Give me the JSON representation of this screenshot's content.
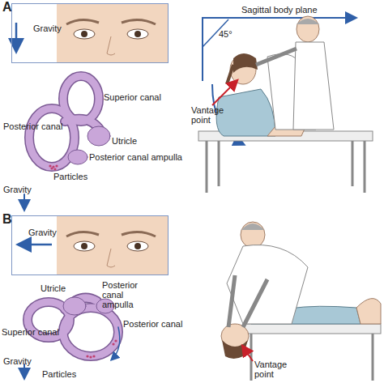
{
  "diagram": {
    "nodes": [
      {
        "text": [
          "Gravity"
        ]
      },
      {
        "text": [
          "Gravity"
        ]
      }
    ],
    "labels": [
      "A",
      "Sagittal body plane",
      "45°",
      "Vantage point",
      "Superior canal",
      "Posterior canal",
      "Utricle",
      "Posterior canal ampulla",
      "Particles",
      "Gravity",
      "B",
      "Utricle",
      "Superior canal",
      "Posterior canal ampulla",
      "Posterior canal",
      "Particles",
      "Gravity",
      "Vantage point"
    ]
  }
}
